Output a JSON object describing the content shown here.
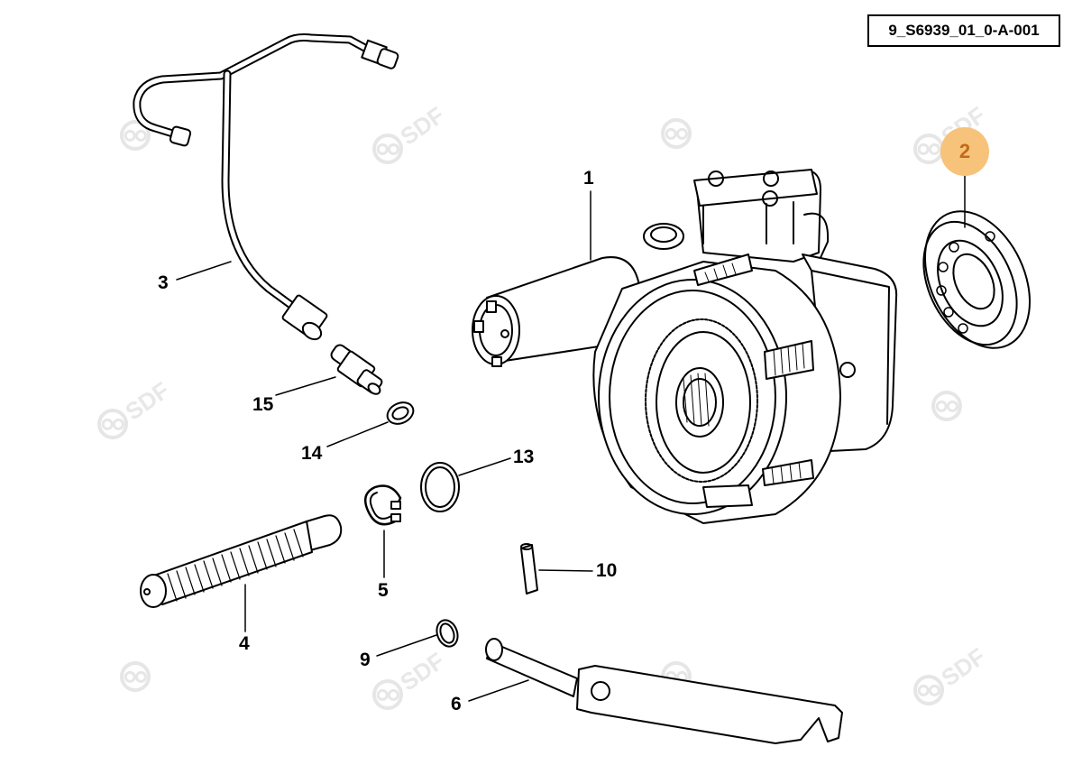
{
  "drawing_id": "9_S6939_01_0-A-001",
  "watermark_text": "SDF",
  "highlight_color": "#f7c27a",
  "highlight_text_color": "#c2691a",
  "callouts": {
    "c1": "1",
    "c2": "2",
    "c3": "3",
    "c4": "4",
    "c5": "5",
    "c6": "6",
    "c9": "9",
    "c10": "10",
    "c13": "13",
    "c14": "14",
    "c15": "15"
  },
  "selected_callout": "2"
}
